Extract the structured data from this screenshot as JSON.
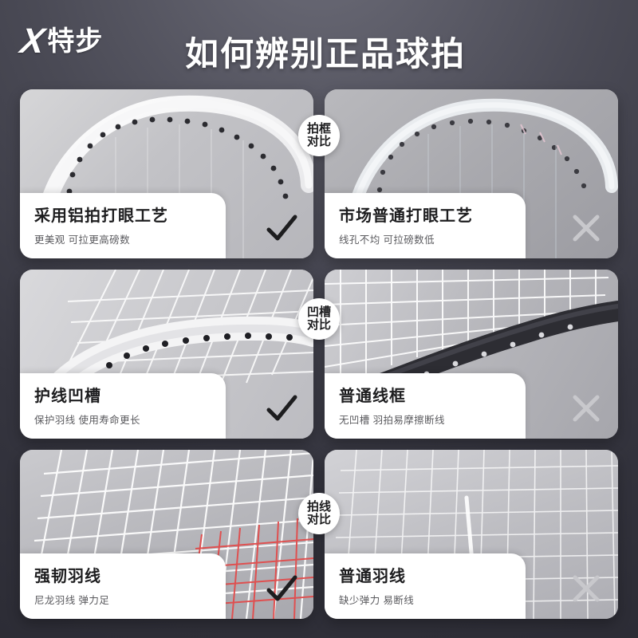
{
  "brand": {
    "mark": "X",
    "name_cn": "特步"
  },
  "header": {
    "title": "如何辨别正品球拍"
  },
  "tags": [
    {
      "line1": "拍框",
      "line2": "对比"
    },
    {
      "line1": "凹槽",
      "line2": "对比"
    },
    {
      "line1": "拍线",
      "line2": "对比"
    }
  ],
  "cards": [
    {
      "id": "frame-genuine",
      "title": "采用铝拍打眼工艺",
      "subtitle": "更美观 可拉更高磅数",
      "verdict": "check",
      "verdict_color": "#1d1d1f"
    },
    {
      "id": "frame-ordinary",
      "title": "市场普通打眼工艺",
      "subtitle": "线孔不均 可拉磅数低",
      "verdict": "cross",
      "verdict_color": "#c8c8cc"
    },
    {
      "id": "groove-genuine",
      "title": "护线凹槽",
      "subtitle": "保护羽线 使用寿命更长",
      "verdict": "check",
      "verdict_color": "#1d1d1f"
    },
    {
      "id": "groove-ordinary",
      "title": "普通线框",
      "subtitle": "无凹槽 羽拍易摩擦断线",
      "verdict": "cross",
      "verdict_color": "#c8c8cc"
    },
    {
      "id": "string-genuine",
      "title": "强韧羽线",
      "subtitle": "尼龙羽线 弹力足",
      "verdict": "check",
      "verdict_color": "#1d1d1f"
    },
    {
      "id": "string-ordinary",
      "title": "普通羽线",
      "subtitle": "缺少弹力 易断线",
      "verdict": "cross",
      "verdict_color": "#c8c8cc"
    }
  ],
  "colors": {
    "background_top": "#6c6c78",
    "background_bottom": "#2c2c35",
    "card_surface": "#ffffff",
    "accent_red": "#e24b4b"
  }
}
